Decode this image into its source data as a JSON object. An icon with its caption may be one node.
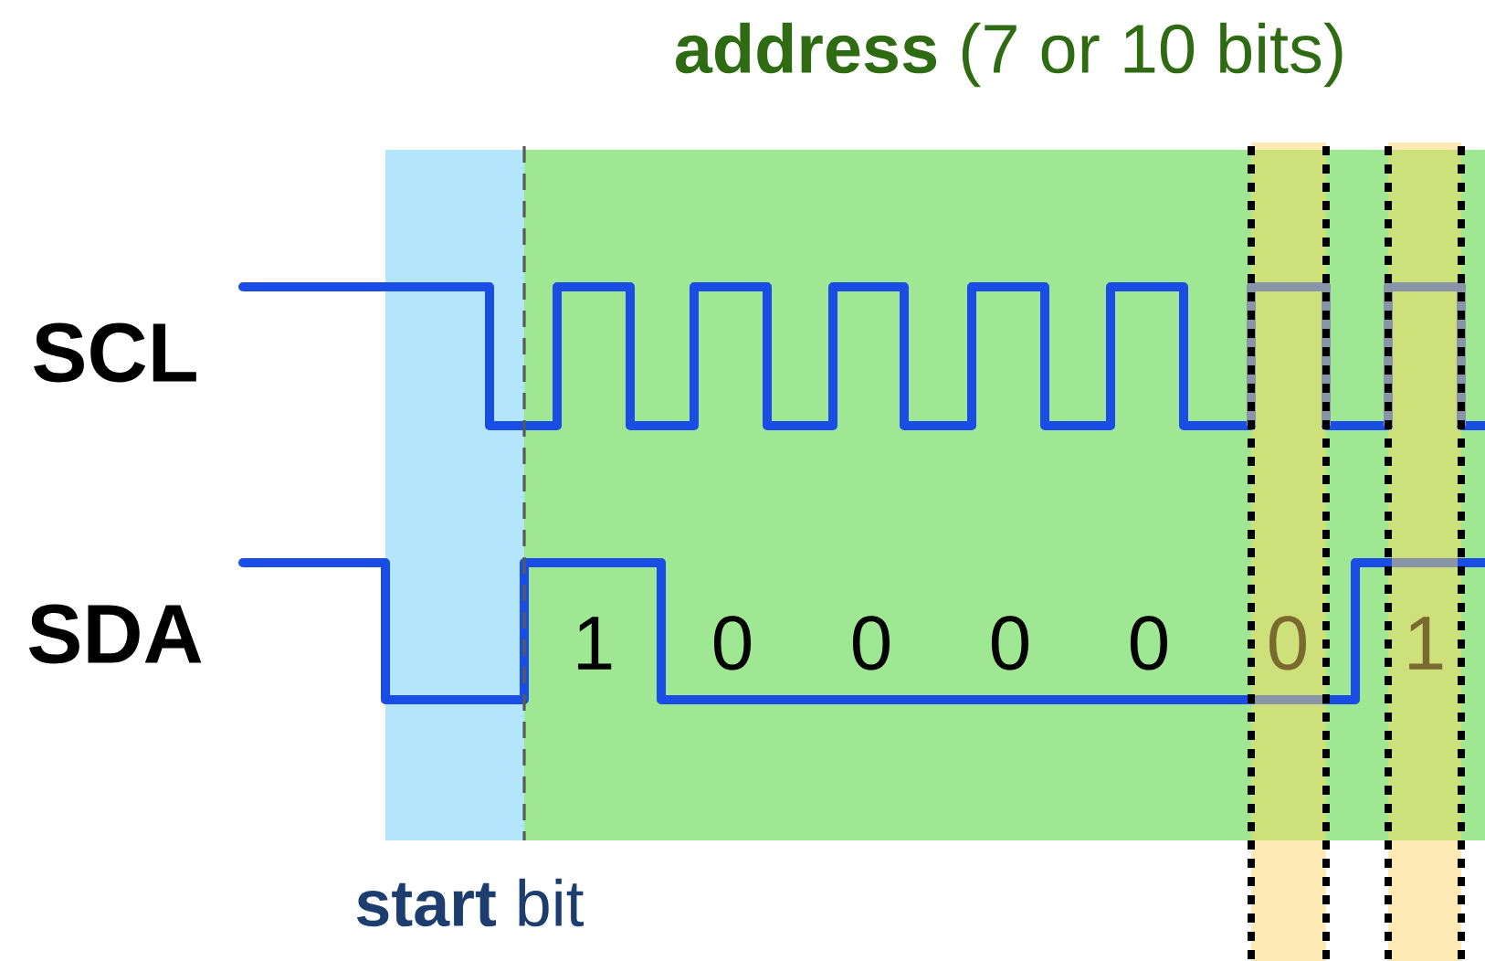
{
  "diagram": {
    "labels": [
      "**address** (7 or 10 bits)",
      "SCL",
      "SDA",
      "1",
      "0",
      "0",
      "0",
      "0",
      "0",
      "1",
      "**start** bit"
    ]
  }
}
